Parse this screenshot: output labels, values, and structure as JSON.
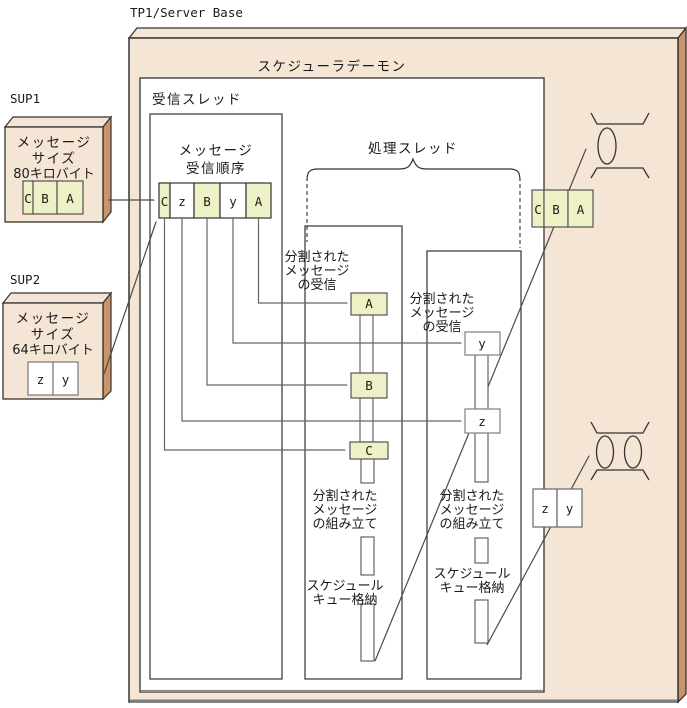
{
  "title": "TP1/Server Base",
  "scheduler": {
    "label": "スケジューラデーモン"
  },
  "receive_thread": {
    "label": "受信スレッド",
    "order_title": [
      "メッセージ",
      "受信順序"
    ],
    "cells": [
      "C",
      "z",
      "B",
      "y",
      "A"
    ]
  },
  "processing": {
    "label": "処理スレッド",
    "thread1": {
      "receive_note": [
        "分割された",
        "メッセージ",
        "の受信"
      ],
      "boxes": [
        "A",
        "B",
        "C"
      ],
      "assemble_note": [
        "分割された",
        "メッセージ",
        "の組み立て"
      ],
      "store_note": [
        "スケジュール",
        "キュー格納"
      ]
    },
    "thread2": {
      "receive_note": [
        "分割された",
        "メッセージ",
        "の受信"
      ],
      "boxes": [
        "y",
        "z"
      ],
      "assemble_note": [
        "分割された",
        "メッセージ",
        "の組み立て"
      ],
      "store_note": [
        "スケジュール",
        "キュー格納"
      ]
    }
  },
  "sup1": {
    "label": "SUP1",
    "note": [
      "メッセージ",
      "サイズ",
      "80キロバイト"
    ],
    "cells": [
      "C",
      "B",
      "A"
    ]
  },
  "sup2": {
    "label": "SUP2",
    "note": [
      "メッセージ",
      "サイズ",
      "64キロバイト"
    ],
    "cells": [
      "z",
      "y"
    ]
  },
  "output1": {
    "cells": [
      "C",
      "B",
      "A"
    ]
  },
  "output2": {
    "cells": [
      "z",
      "y"
    ]
  },
  "colors": {
    "panel_tan": "#f5e5d5",
    "panel_side": "#cb9468",
    "segment_yellow": "#eef0c6",
    "box_white": "#ffffff",
    "line_dark": "#333333",
    "line_gray": "#666666"
  }
}
